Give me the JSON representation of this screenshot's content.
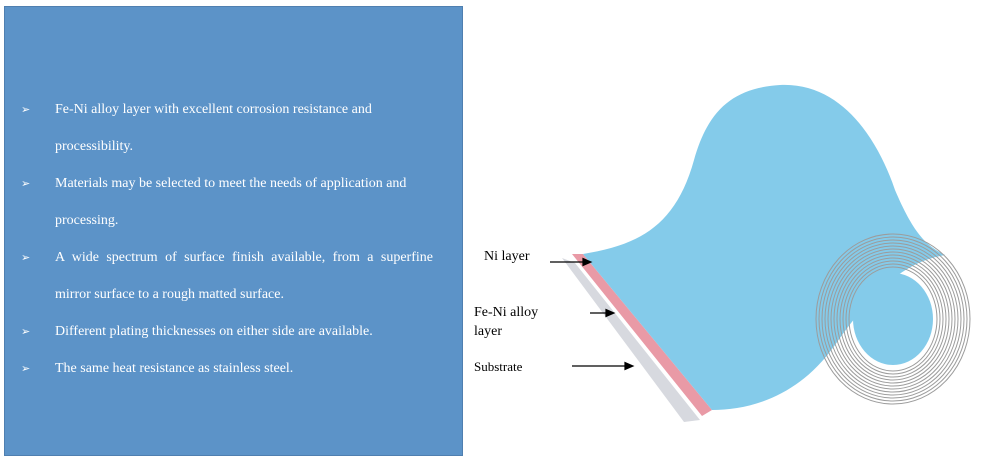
{
  "bullets": [
    {
      "text": "Fe-Ni alloy layer with excellent corrosion resistance and processibility."
    },
    {
      "text": "Materials may be selected to meet the needs of application and processing."
    },
    {
      "text": "A wide spectrum of surface finish available, from a superfine mirror surface to a rough matted surface."
    },
    {
      "text": "Different plating thicknesses on either side are available."
    },
    {
      "text": "The same heat resistance as stainless steel."
    }
  ],
  "diagram": {
    "labels": {
      "ni_layer": "Ni layer",
      "fe_ni_line1": "Fe-Ni alloy",
      "fe_ni_line2": "layer",
      "substrate": "Substrate"
    },
    "colors": {
      "panel": "#5c93c8",
      "ni_layer": "#84cbea",
      "fe_ni_layer": "#e99aa6",
      "substrate": "#d7d9df",
      "coil_rings": "#9c9c9c"
    }
  }
}
